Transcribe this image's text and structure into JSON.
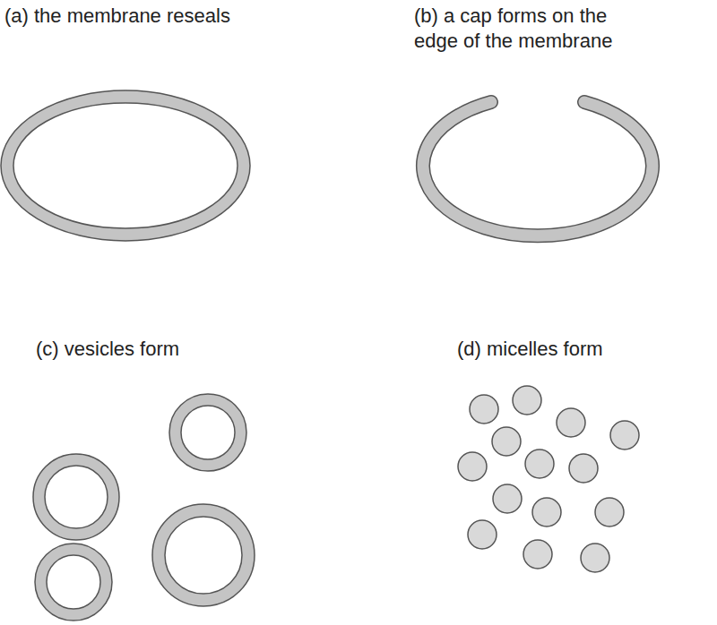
{
  "diagram": {
    "labels": [
      "(a) the membrane reseals",
      "(b) a cap forms on the edge of the membrane",
      "(c) vesicles form",
      "(d) micelles form"
    ]
  }
}
